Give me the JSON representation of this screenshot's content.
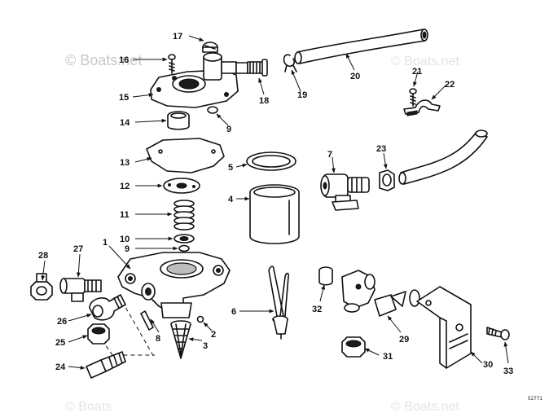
{
  "watermark": {
    "main": "© Boats.net",
    "faint_top_right": "© Boats.net",
    "faint_bottom_left": "© Boats",
    "faint_bottom_right": "© Boats.net"
  },
  "reference_number": "52771",
  "callouts": {
    "c1": "1",
    "c2": "2",
    "c3": "3",
    "c4": "4",
    "c5": "5",
    "c6": "6",
    "c7": "7",
    "c8": "8",
    "c9a": "9",
    "c9b": "9",
    "c10": "10",
    "c11": "11",
    "c12": "12",
    "c13": "13",
    "c14": "14",
    "c15": "15",
    "c16": "16",
    "c17": "17",
    "c18": "18",
    "c19": "19",
    "c20": "20",
    "c21": "21",
    "c22": "22",
    "c23": "23",
    "c24": "24",
    "c25": "25",
    "c26": "26",
    "c27": "27",
    "c28": "28",
    "c29": "29",
    "c30": "30",
    "c31": "31",
    "c32": "32",
    "c33": "33"
  }
}
